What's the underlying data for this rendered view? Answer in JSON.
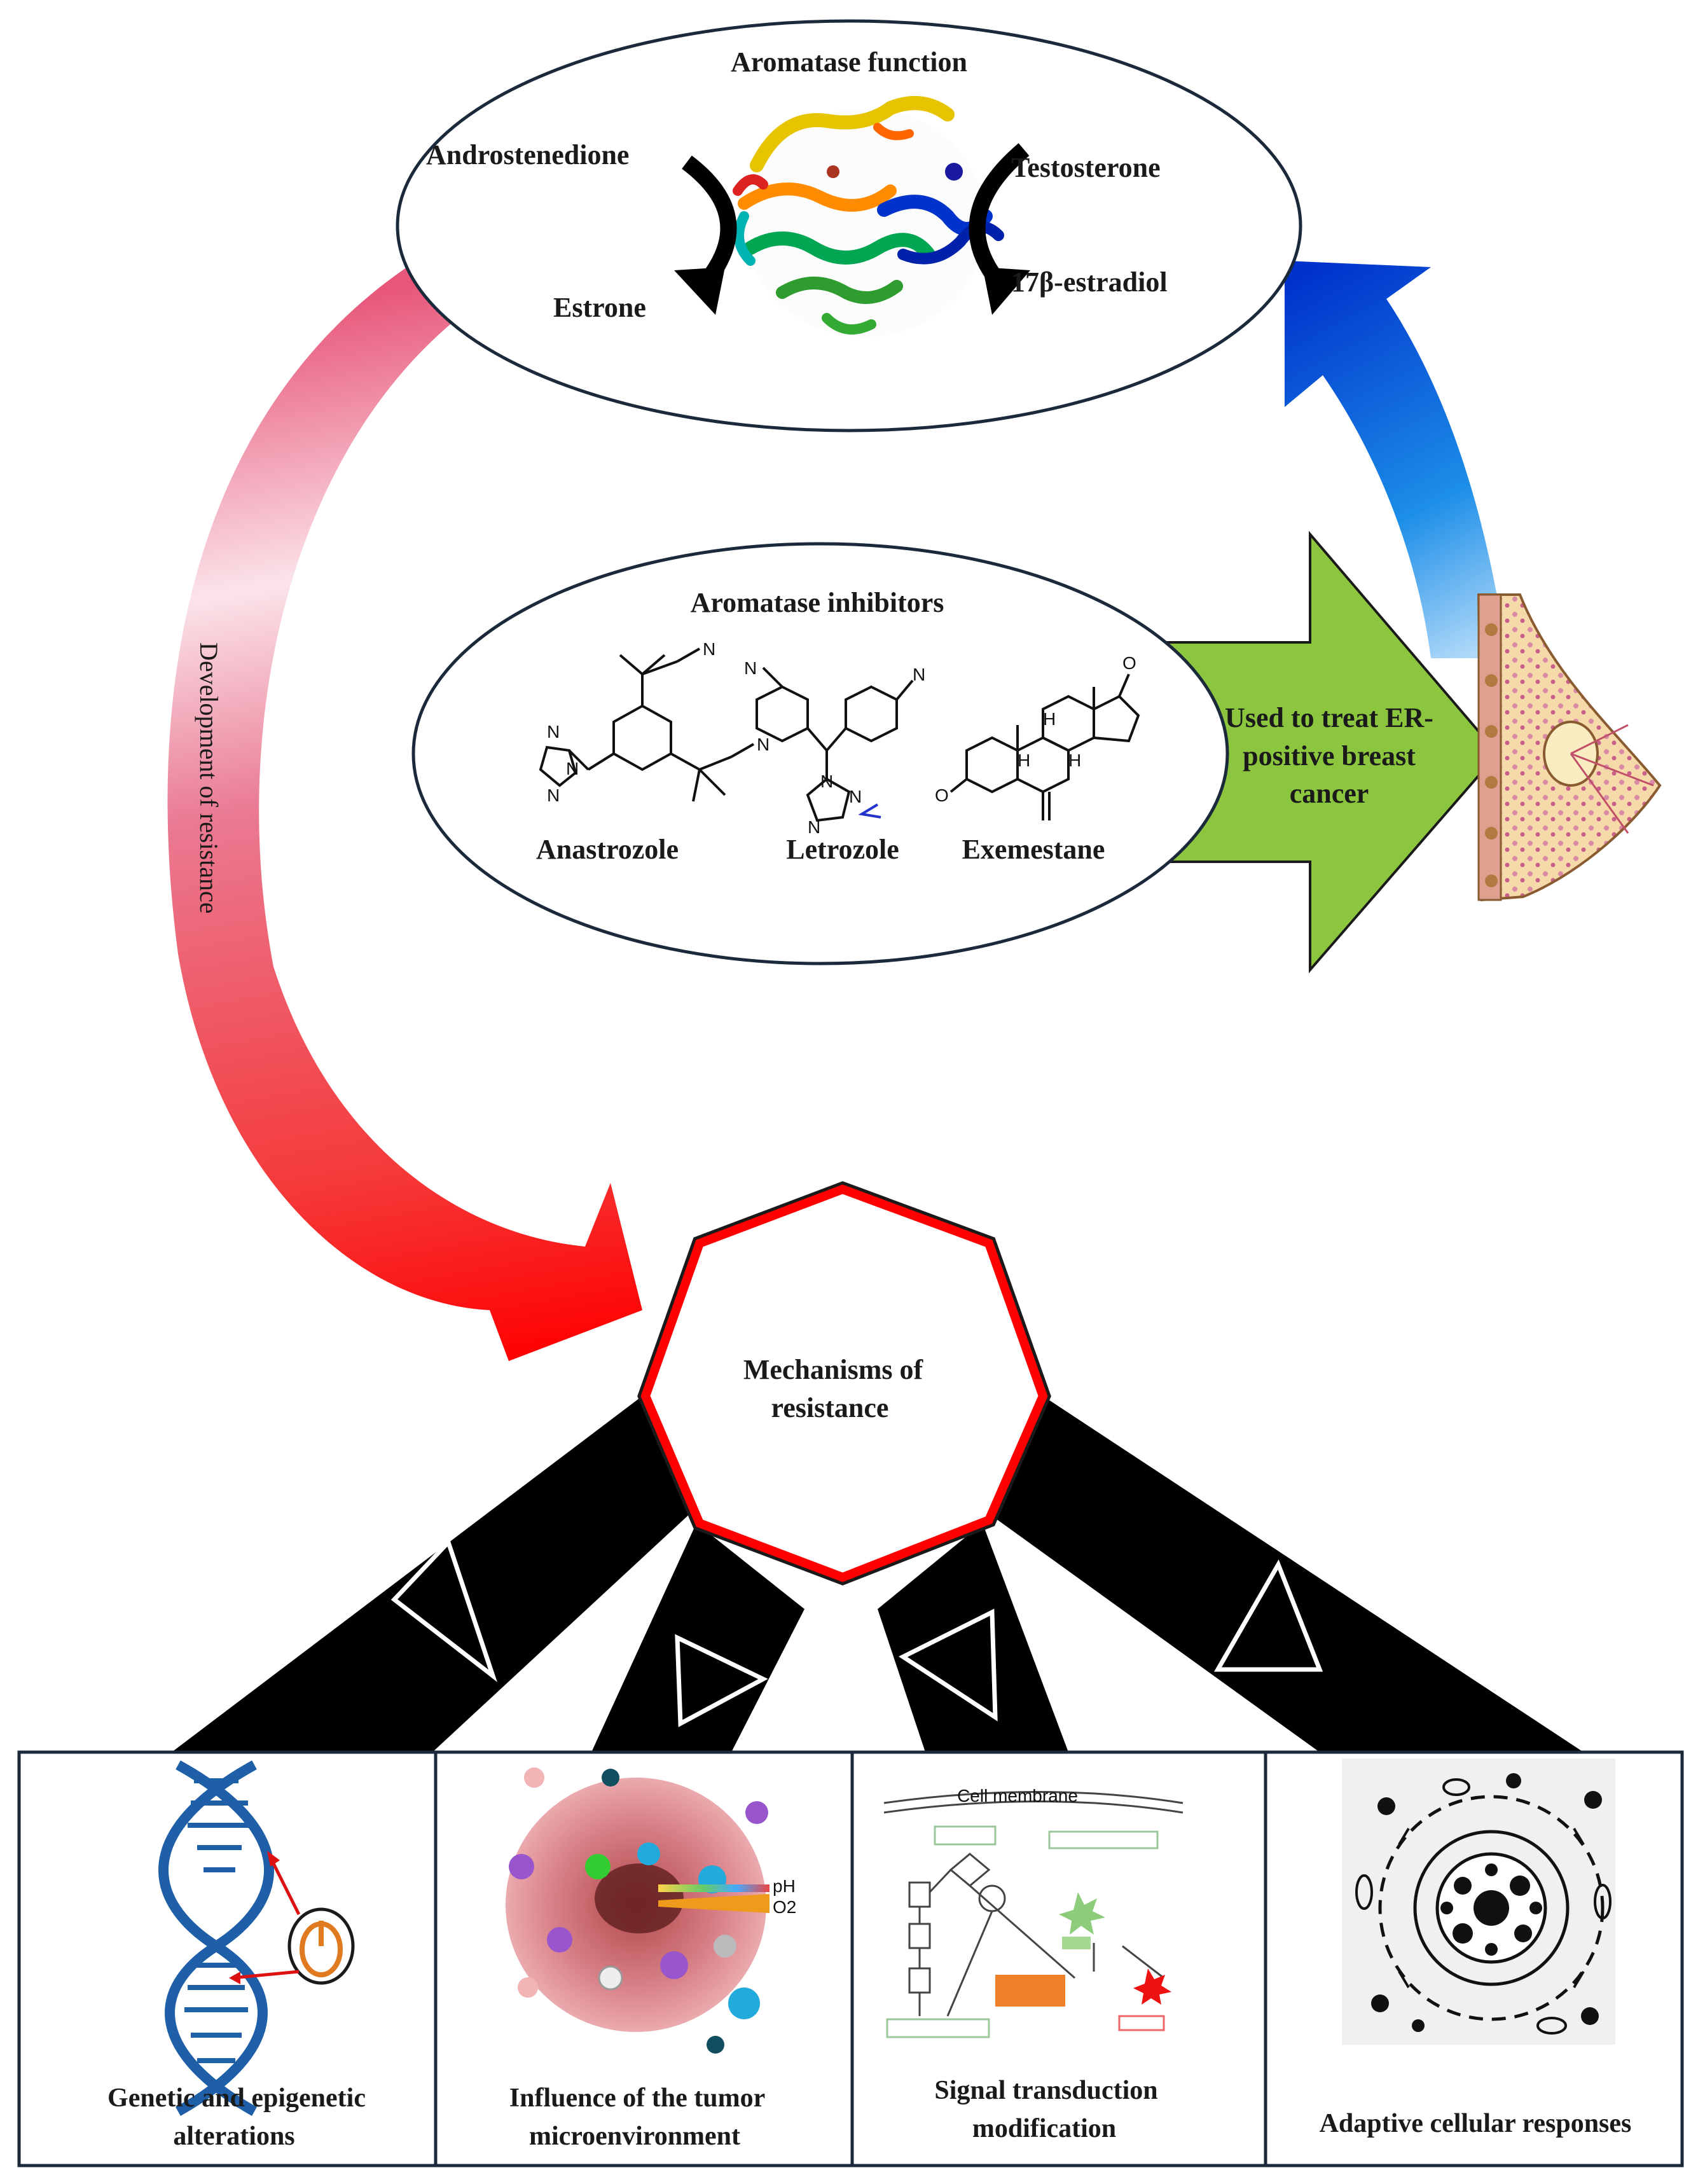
{
  "colors": {
    "resistance_arrow": "#ff0000",
    "resistance_arrow_light": "#ffe8ee",
    "treat_arrow": "#8cc63f",
    "return_arrow_top": "#0033cc",
    "return_arrow_bottom": "#e6f6ff",
    "octagon_border": "#ff0000",
    "connector": "#000000"
  },
  "aromatase_function": {
    "title": "Aromatase function",
    "androstenedione": "Androstenedione",
    "estrone": "Estrone",
    "testosterone": "Testosterone",
    "estradiol": "17β-estradiol"
  },
  "aromatase_inhibitors": {
    "title": "Aromatase inhibitors",
    "drugs": [
      "Anastrozole",
      "Letrozole",
      "Exemestane"
    ]
  },
  "treat_arrow": {
    "line1": "Used to treat ER-",
    "line2": "positive breast",
    "line3": "cancer"
  },
  "resistance_arrow": {
    "label": "Development of resistance"
  },
  "mechanisms": {
    "line1": "Mechanisms of",
    "line2": "resistance"
  },
  "panels": [
    {
      "line1": "Genetic and epigenetic",
      "line2": "alterations",
      "icon": "dna-icon"
    },
    {
      "line1": "Influence of the tumor",
      "line2": "microenvironment",
      "icon": "tumor-microenvironment-icon"
    },
    {
      "line1": "Signal transduction",
      "line2": "modification",
      "icon": "signaling-pathway-icon",
      "membrane_label": "Cell membrane"
    },
    {
      "line1": "Adaptive cellular responses",
      "line2": "",
      "icon": "cell-response-icon"
    }
  ],
  "tumor_legend": [
    "pH",
    "O2"
  ]
}
